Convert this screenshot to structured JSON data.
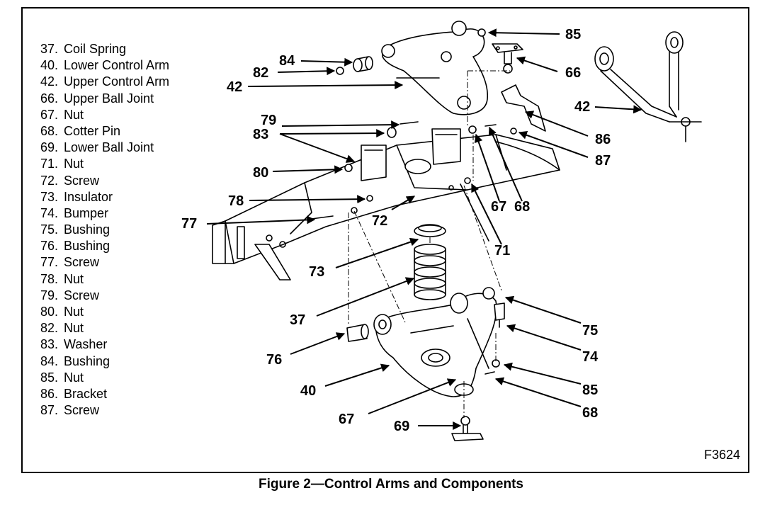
{
  "legend": [
    {
      "num": "37.",
      "label": "Coil Spring"
    },
    {
      "num": "40.",
      "label": "Lower Control Arm"
    },
    {
      "num": "42.",
      "label": "Upper Control Arm"
    },
    {
      "num": "66.",
      "label": "Upper Ball Joint"
    },
    {
      "num": "67.",
      "label": "Nut"
    },
    {
      "num": "68.",
      "label": "Cotter Pin"
    },
    {
      "num": "69.",
      "label": "Lower Ball Joint"
    },
    {
      "num": "71.",
      "label": "Nut"
    },
    {
      "num": "72.",
      "label": "Screw"
    },
    {
      "num": "73.",
      "label": "Insulator"
    },
    {
      "num": "74.",
      "label": "Bumper"
    },
    {
      "num": "75.",
      "label": "Bushing"
    },
    {
      "num": "76.",
      "label": "Bushing"
    },
    {
      "num": "77.",
      "label": "Screw"
    },
    {
      "num": "78.",
      "label": "Nut"
    },
    {
      "num": "79.",
      "label": "Screw"
    },
    {
      "num": "80.",
      "label": "Nut"
    },
    {
      "num": "82.",
      "label": "Nut"
    },
    {
      "num": "83.",
      "label": "Washer"
    },
    {
      "num": "84.",
      "label": "Bushing"
    },
    {
      "num": "85.",
      "label": "Nut"
    },
    {
      "num": "86.",
      "label": "Bracket"
    },
    {
      "num": "87.",
      "label": "Screw"
    }
  ],
  "callouts": {
    "c85_top": "85",
    "c84": "84",
    "c82": "82",
    "c66": "66",
    "c42_left": "42",
    "c42_right": "42",
    "c79": "79",
    "c83": "83",
    "c86": "86",
    "c87": "87",
    "c80": "80",
    "c78": "78",
    "c67_mid": "67",
    "c68_mid": "68",
    "c77": "77",
    "c72": "72",
    "c71": "71",
    "c73": "73",
    "c37": "37",
    "c75": "75",
    "c74": "74",
    "c76": "76",
    "c40": "40",
    "c85_bottom": "85",
    "c68_bottom": "68",
    "c67_bottom": "67",
    "c69": "69"
  },
  "figure_id": "F3624",
  "caption": "Figure 2—Control Arms and Components"
}
